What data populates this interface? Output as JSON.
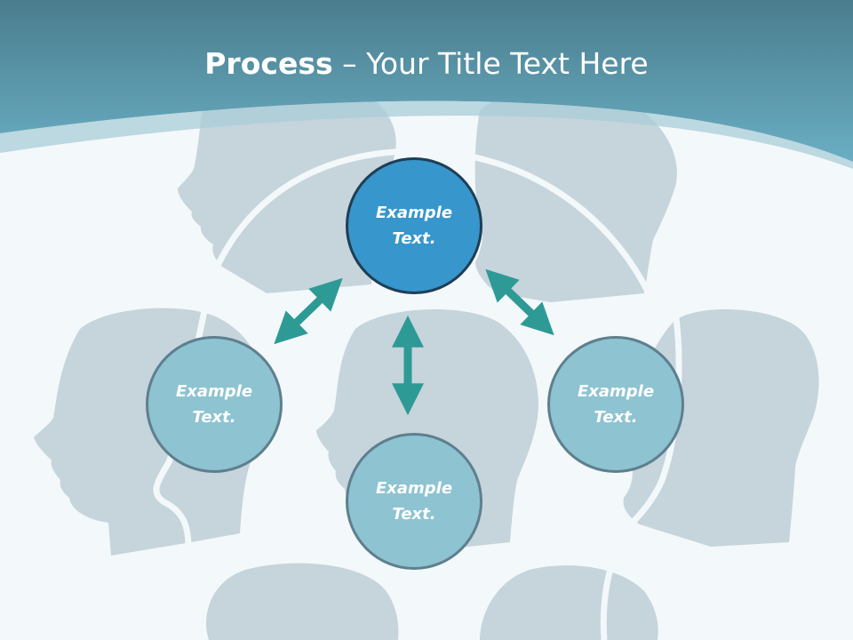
{
  "slide": {
    "title_bold": "Process",
    "title_rest": " – Your Title Text Here",
    "colors": {
      "header": "#5aa3b8",
      "background": "#f3f8fa",
      "head_silhouette": "#c6d4dc",
      "node_primary": "#3796cc",
      "node_secondary": "#8ec3d1",
      "arrow": "#2e9a96"
    }
  },
  "diagram": {
    "nodes": [
      {
        "id": "top",
        "text": "Example\nText."
      },
      {
        "id": "left",
        "text": "Example\nText."
      },
      {
        "id": "right",
        "text": "Example\nText."
      },
      {
        "id": "bottom",
        "text": "Example\nText."
      }
    ],
    "links": [
      {
        "from": "top",
        "to": "left",
        "icon": "double-arrow-icon"
      },
      {
        "from": "top",
        "to": "right",
        "icon": "double-arrow-icon"
      },
      {
        "from": "top",
        "to": "bottom",
        "icon": "double-arrow-icon"
      }
    ]
  }
}
